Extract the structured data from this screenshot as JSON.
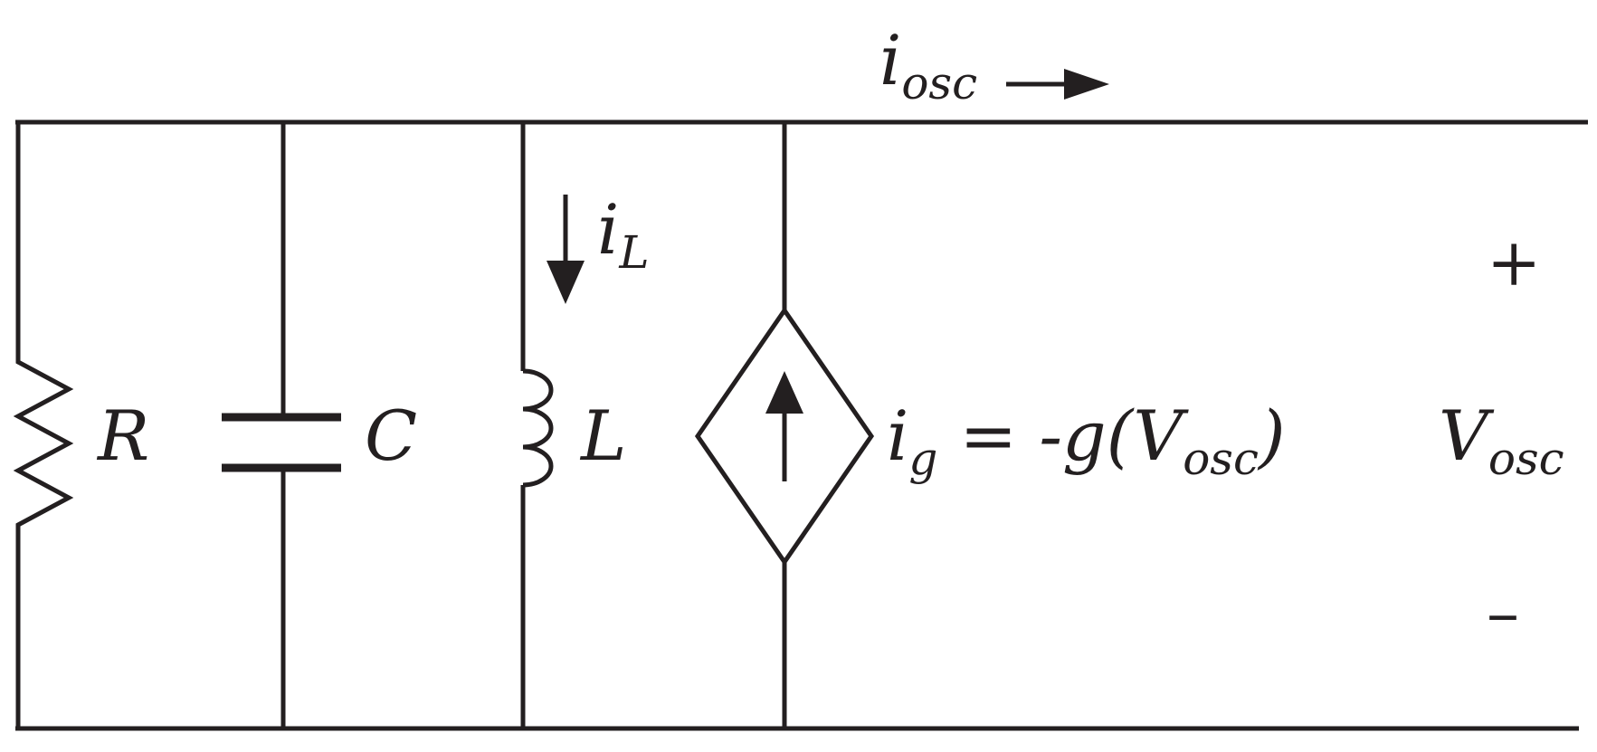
{
  "diagram": {
    "type": "circuit-schematic",
    "stroke_color": "#231f20",
    "background": "#ffffff",
    "components": {
      "resistor": "R",
      "capacitor": "C",
      "inductor": "L"
    },
    "labels": {
      "i_osc_main": "i",
      "i_osc_sub": "osc",
      "i_L_main": "i",
      "i_L_sub": "L",
      "i_g_main": "i",
      "i_g_sub": "g",
      "eq_prefix": " = -g(",
      "eq_V": "V",
      "eq_sub": "osc",
      "eq_suffix": ")",
      "plus": "+",
      "minus": "–",
      "V_osc_main": "V",
      "V_osc_sub": "osc"
    }
  }
}
